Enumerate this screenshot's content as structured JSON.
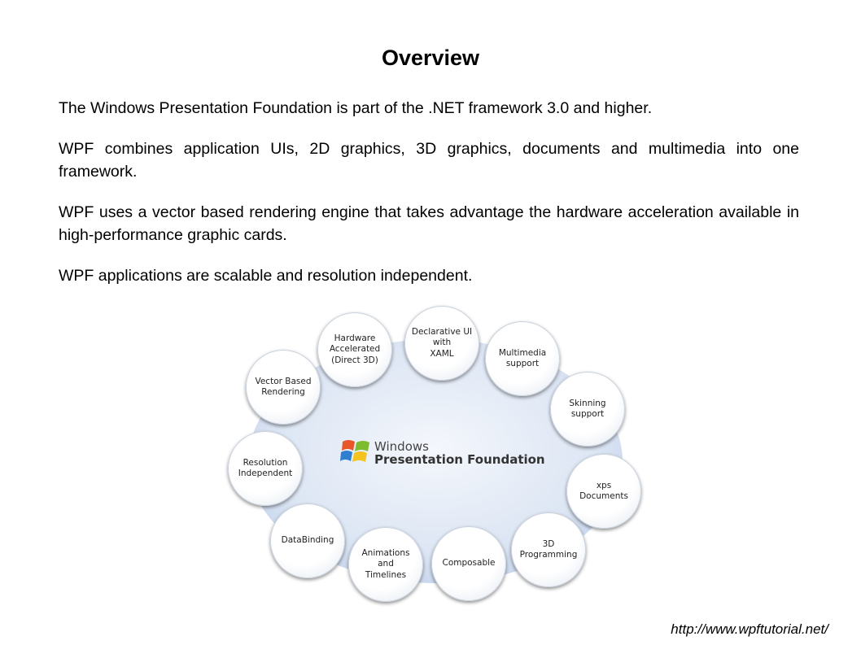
{
  "slide": {
    "title": "Overview",
    "paragraphs": [
      "The Windows Presentation Foundation is part of the .NET framework 3.0 and higher.",
      "WPF combines application UIs, 2D graphics, 3D graphics, documents and multimedia into one framework.",
      "WPF uses a vector based rendering engine that takes advantage the  hardware acceleration available in high-performance graphic cards.",
      "WPF applications are scalable and resolution independent."
    ],
    "footer_url": "http://www.wpftutorial.net/"
  },
  "diagram": {
    "logo": {
      "line1": "Windows",
      "line2": "Presentation Foundation"
    },
    "features": [
      "Hardware\nAccelerated\n(Direct 3D)",
      "Declarative UI\nwith\nXAML",
      "Multimedia\nsupport",
      "Skinning\nsupport",
      "xps\nDocuments",
      "3D\nProgramming",
      "Composable",
      "Animations\nand\nTimelines",
      "DataBinding",
      "Resolution\nIndependent",
      "Vector Based\nRendering"
    ],
    "colors": {
      "blob_light": "#e8eef8",
      "blob_mid": "#c9d8ef",
      "flag_red": "#e8562a",
      "flag_green": "#7dbb2f",
      "flag_blue": "#2f7fd0",
      "flag_yellow": "#f4c320"
    }
  }
}
